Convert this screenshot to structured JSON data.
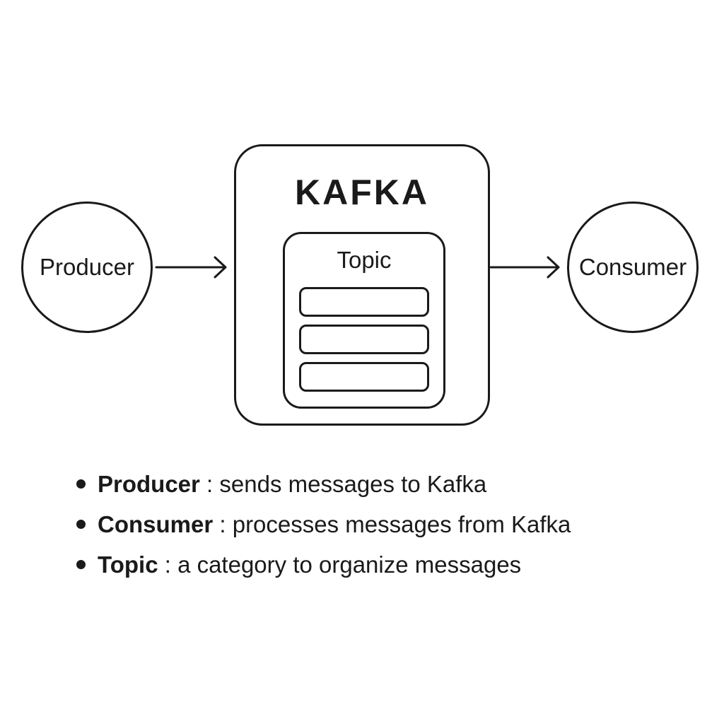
{
  "diagram": {
    "producer_label": "Producer",
    "consumer_label": "Consumer",
    "kafka_title": "KAFKA",
    "topic_label": "Topic",
    "partition_count": 3
  },
  "legend": [
    {
      "term": "Producer",
      "separator": " : ",
      "description": "sends messages to Kafka"
    },
    {
      "term": "Consumer",
      "separator": " : ",
      "description": "processes messages from Kafka"
    },
    {
      "term": "Topic",
      "separator": " : ",
      "description": "a category to organize messages"
    }
  ]
}
